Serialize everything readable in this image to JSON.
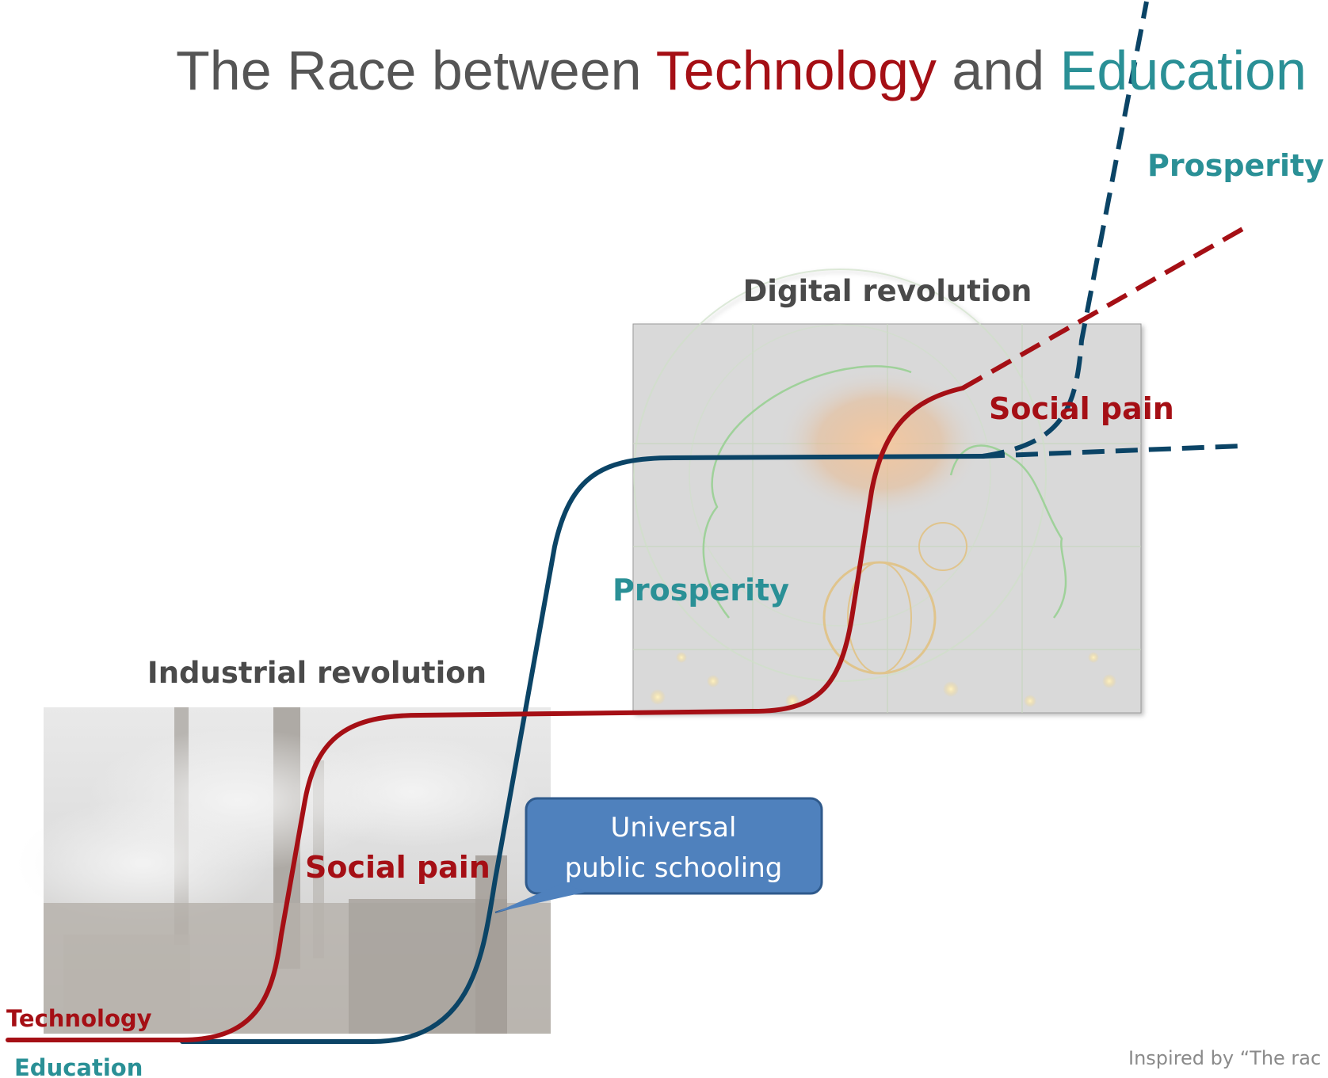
{
  "title": {
    "part1": "The Race between ",
    "technology": "Technology",
    "part2": " and ",
    "education": "Education"
  },
  "labels": {
    "digital_revolution": "Digital revolution",
    "industrial_revolution": "Industrial revolution",
    "social_pain_industrial": "Social pain",
    "social_pain_digital": "Social pain",
    "prosperity_digital": "Prosperity",
    "prosperity_future": "Prosperity",
    "technology": "Technology",
    "education": "Education"
  },
  "callout": {
    "line1": "Universal",
    "line2": "public schooling"
  },
  "credit": {
    "line1": "Inspired by “The rac",
    "line2": "..."
  },
  "colors": {
    "technology": "#a50f15",
    "education": "#0b4466",
    "teal": "#2a9096",
    "title_gray": "#555555",
    "label_gray": "#4a4a4a",
    "callout_fill": "#4f81bd",
    "callout_border": "#2f5a8c"
  }
}
